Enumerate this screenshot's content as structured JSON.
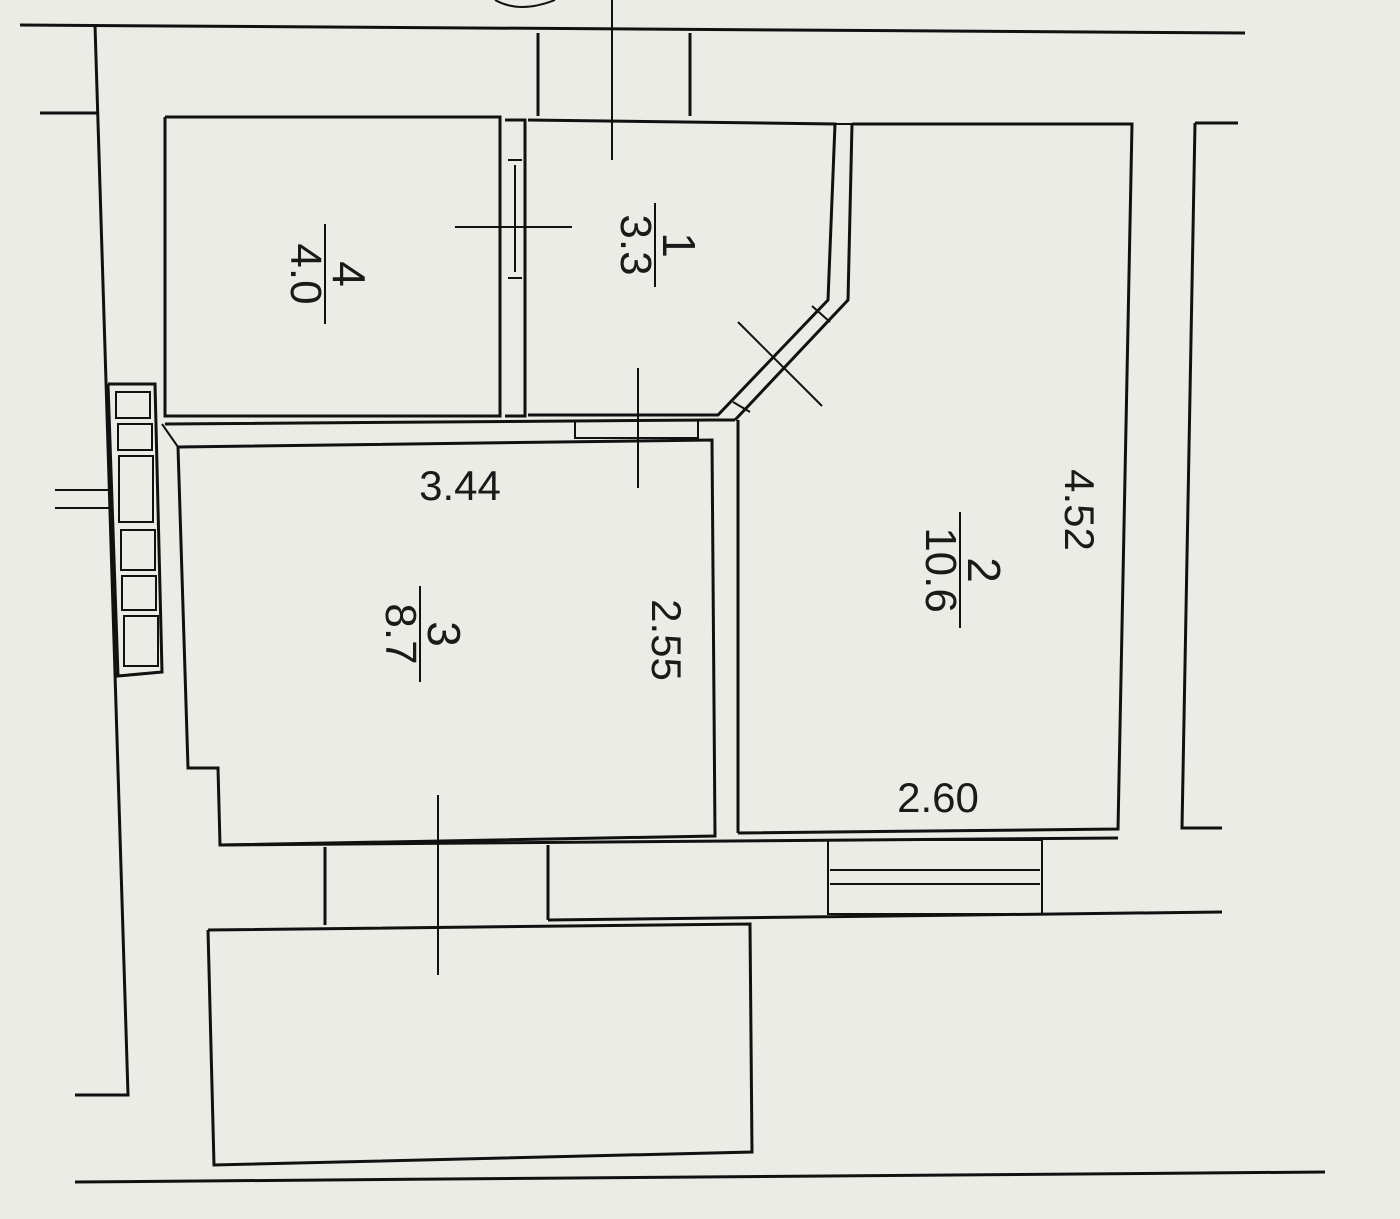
{
  "rooms": [
    {
      "number": "1",
      "area": "3.3"
    },
    {
      "number": "2",
      "area": "10.6"
    },
    {
      "number": "3",
      "area": "8.7"
    },
    {
      "number": "4",
      "area": "4.0"
    }
  ],
  "dimensions": {
    "room3_width": "3.44",
    "room3_length": "2.55",
    "room2_length": "4.52",
    "room2_width": "2.60"
  }
}
